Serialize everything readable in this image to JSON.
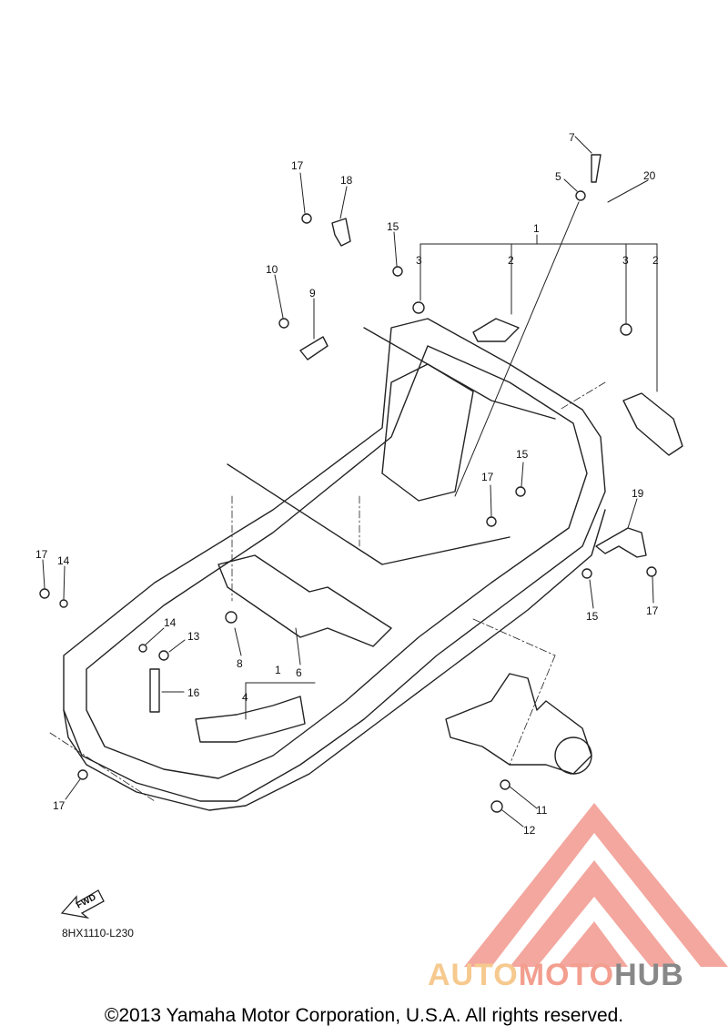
{
  "diagram": {
    "code": "8HX1110-L230",
    "fwd_label": "FWD",
    "callouts": [
      {
        "id": "c7",
        "label": "7"
      },
      {
        "id": "c5",
        "label": "5"
      },
      {
        "id": "c20",
        "label": "20"
      },
      {
        "id": "c1a",
        "label": "1"
      },
      {
        "id": "c3a",
        "label": "3"
      },
      {
        "id": "c2a",
        "label": "2"
      },
      {
        "id": "c3b",
        "label": "3"
      },
      {
        "id": "c2b",
        "label": "2"
      },
      {
        "id": "c17a",
        "label": "17"
      },
      {
        "id": "c18",
        "label": "18"
      },
      {
        "id": "c15a",
        "label": "15"
      },
      {
        "id": "c10",
        "label": "10"
      },
      {
        "id": "c9",
        "label": "9"
      },
      {
        "id": "c15b",
        "label": "15"
      },
      {
        "id": "c17b",
        "label": "17"
      },
      {
        "id": "c19",
        "label": "19"
      },
      {
        "id": "c15c",
        "label": "15"
      },
      {
        "id": "c17c",
        "label": "17"
      },
      {
        "id": "c17d",
        "label": "17"
      },
      {
        "id": "c14a",
        "label": "14"
      },
      {
        "id": "c14b",
        "label": "14"
      },
      {
        "id": "c13",
        "label": "13"
      },
      {
        "id": "c8",
        "label": "8"
      },
      {
        "id": "c6",
        "label": "6"
      },
      {
        "id": "c1b",
        "label": "1"
      },
      {
        "id": "c4",
        "label": "4"
      },
      {
        "id": "c16",
        "label": "16"
      },
      {
        "id": "c17e",
        "label": "17"
      },
      {
        "id": "c11",
        "label": "11"
      },
      {
        "id": "c12",
        "label": "12"
      }
    ]
  },
  "watermark": {
    "part1": "AUTO",
    "part2": "MOTO",
    "part3": "HUB",
    "color_auto": "#f6c98f",
    "color_moto": "#f39e8f",
    "color_hub": "#888888",
    "logo_color": "#f08a7e"
  },
  "footer": {
    "copyright": "©2013 Yamaha Motor Corporation, U.S.A. All rights reserved."
  }
}
